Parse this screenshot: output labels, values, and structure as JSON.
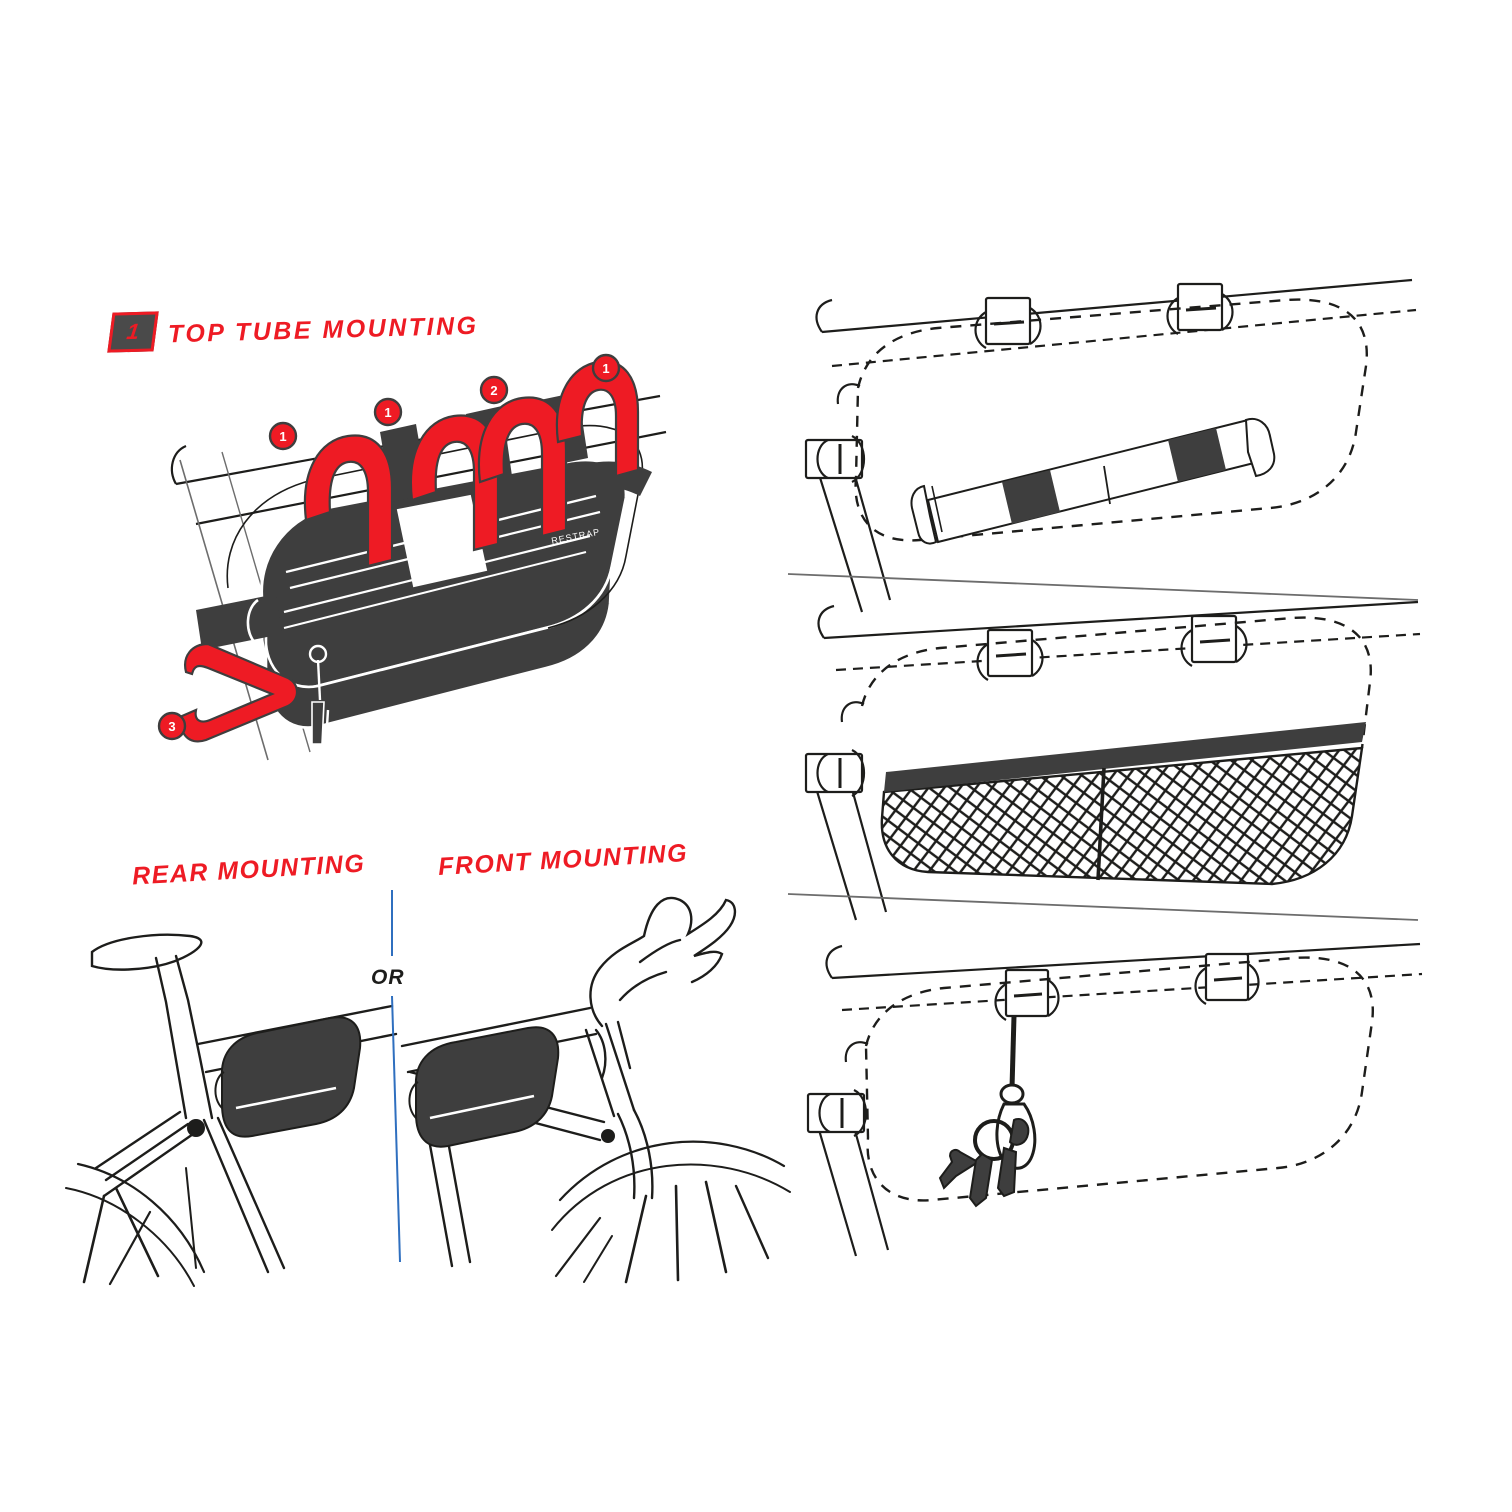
{
  "document": {
    "type": "instruction-manual-diagram",
    "subject": "Bicycle frame bag mounting instructions",
    "background_color": "#ffffff"
  },
  "palette": {
    "red": "#ee1b24",
    "dark_gray": "#3e3e3e",
    "mid_gray": "#4a4a4a",
    "line_black": "#1d1d1b",
    "line_blue": "#2f6fbf",
    "white": "#ffffff"
  },
  "sections": {
    "top_tube": {
      "badge_number": "1",
      "title": "TOP TUBE MOUNTING",
      "callouts": [
        {
          "id": "callout-1",
          "number": "1"
        },
        {
          "id": "callout-2",
          "number": "1"
        },
        {
          "id": "callout-3",
          "number": "2"
        },
        {
          "id": "callout-4",
          "number": "1"
        },
        {
          "id": "callout-5",
          "number": "3"
        }
      ],
      "bag_brand_text": "RESTRAP"
    },
    "mounting_options": {
      "rear_label": "REAR MOUNTING",
      "front_label": "FRONT MOUNTING",
      "divider_label": "OR"
    },
    "right_panels": [
      {
        "id": "panel-pump-storage",
        "content": "mini pump stored inside frame bag"
      },
      {
        "id": "panel-mesh-pocket",
        "content": "mesh pocket divided into two compartments"
      },
      {
        "id": "panel-key-clip",
        "content": "key clip with keys hanging inside bag"
      }
    ]
  }
}
